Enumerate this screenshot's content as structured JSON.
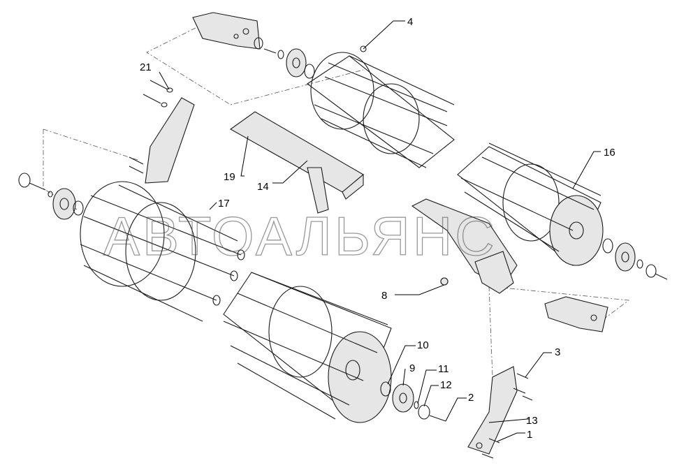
{
  "watermark": "АВТОАЛЬЯНС",
  "callouts": {
    "c1": "1",
    "c2": "2",
    "c3": "3",
    "c4": "4",
    "c8": "8",
    "c9": "9",
    "c10": "10",
    "c11": "11",
    "c12": "12",
    "c13": "13",
    "c14": "14",
    "c16": "16",
    "c17": "17",
    "c19": "19",
    "c21": "21"
  }
}
